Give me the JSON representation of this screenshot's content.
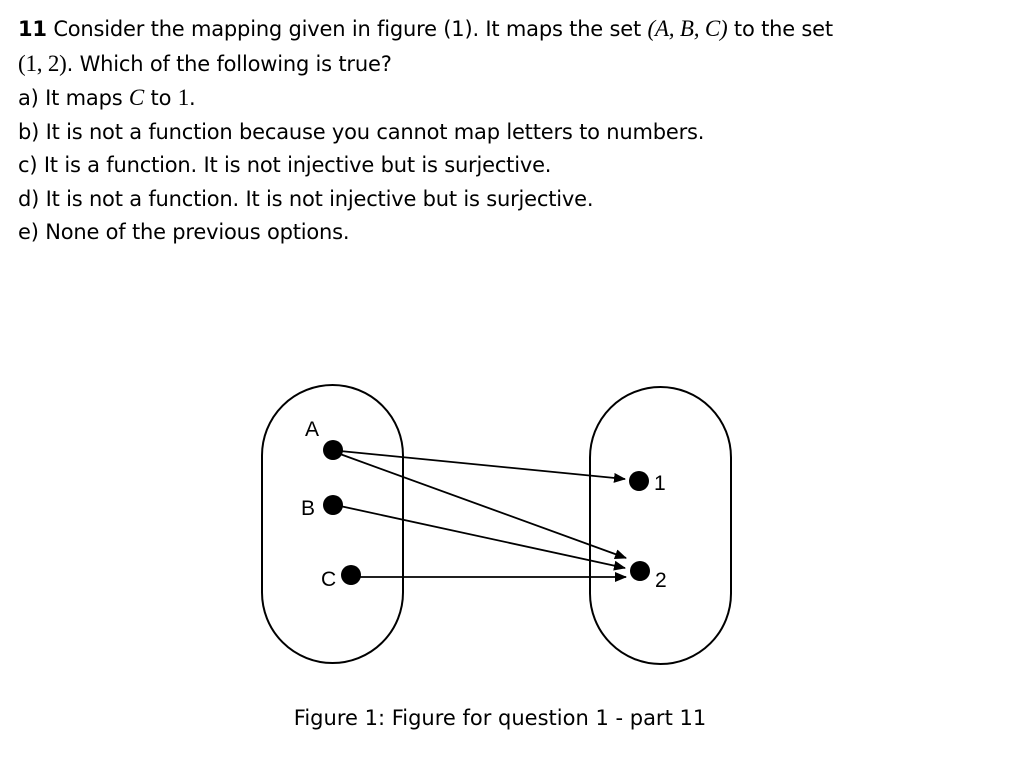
{
  "question": {
    "number": "11",
    "line1_a": "Consider the mapping given in figure (1).  It maps the set ",
    "line1_math": "(A, B, C)",
    "line1_b": " to the set",
    "line2_math": "(1, 2)",
    "line2_b": ". Which of the following is true?",
    "options": [
      {
        "prefix": "a) It maps ",
        "math": "C",
        "mid": " to ",
        "math2": "1",
        "suffix": "."
      },
      {
        "text": "b) It is not a function because you cannot map letters to numbers."
      },
      {
        "text": "c) It is a function. It is not injective but is surjective."
      },
      {
        "text": "d) It is not a function. It is not injective but is surjective."
      },
      {
        "text": "e) None of the previous options."
      }
    ]
  },
  "figure": {
    "domain_labels": [
      "A",
      "B",
      "C"
    ],
    "codomain_labels": [
      "1",
      "2"
    ],
    "mappings": [
      [
        "A",
        "1"
      ],
      [
        "A",
        "2"
      ],
      [
        "B",
        "2"
      ],
      [
        "C",
        "2"
      ]
    ],
    "caption": "Figure 1:  Figure for question 1 - part 11"
  }
}
